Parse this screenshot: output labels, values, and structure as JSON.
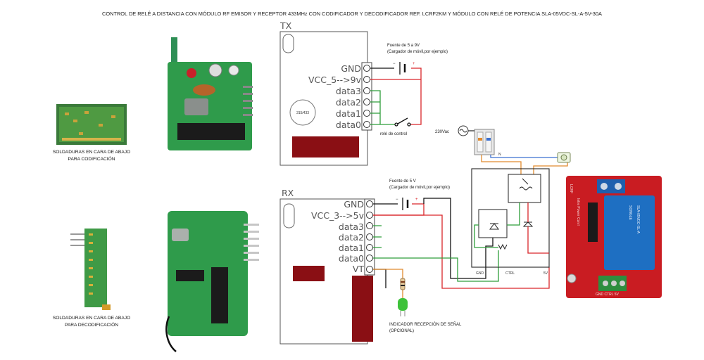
{
  "title": "CONTROL DE RELÉ A DISTANCIA CON MÓDULO RF EMISOR Y RECEPTOR 433MHz CON CODIFICADOR Y DECODIFICADOR REF. LCRF2KM Y MÓDULO CON RELÉ DE POTENCIA SLA-05VDC-SL-A-5V-30A",
  "tx": {
    "label": "TX",
    "pins": [
      "GND",
      "VCC_5-->9v",
      "data3",
      "data2",
      "data1",
      "data0"
    ],
    "chip_mark": "315/433",
    "supply_line1": "Fuente de 5 a 9V",
    "supply_line2": "(Cargador de móvil,por ejemplo)",
    "switch_label": "relé de control"
  },
  "rx": {
    "label": "RX",
    "pins": [
      "GND",
      "VCC_3-->5v",
      "data3",
      "data2",
      "data1",
      "data0",
      "VT"
    ],
    "supply_line1": "Fuente de 5 V",
    "supply_line2": "(Cargador de móvil,por ejemplo)",
    "led_line1": "INDICADOR RECEPCIÓN DE SEÑAL",
    "led_line2": "(OPCIONAL)"
  },
  "photos": {
    "enc_line1": "SOLDADURAS EN CARA DE ABAJO",
    "enc_line2": "PARA CODIFICACIÓN",
    "dec_line1": "SOLDADURAS EN CARA DE ABAJO",
    "dec_line2": "PARA DECODIFICACIÓN"
  },
  "mains": {
    "label": "230Vac",
    "n_label": "N"
  },
  "relay_module": {
    "terminal_gnd": "GND",
    "terminal_ctrl": "CTRL",
    "terminal_5v": "5V",
    "brand": "SONGLE",
    "model": "SLA-05VDC-SL-A",
    "side_text": "Intre Power Con l",
    "bottom_labels": "GND CTRL 5V",
    "tag": "LCRF"
  },
  "polarity": {
    "minus": "−",
    "plus": "+"
  },
  "colors": {
    "wire_red": "#d9262a",
    "wire_green": "#2e9e3a",
    "wire_black": "#111111",
    "wire_orange": "#e08a2e",
    "board_red": "#8a0f14",
    "pcb_green": "#2f9b4b",
    "relay_blue": "#1e6fc2",
    "module_red": "#c91c22"
  }
}
